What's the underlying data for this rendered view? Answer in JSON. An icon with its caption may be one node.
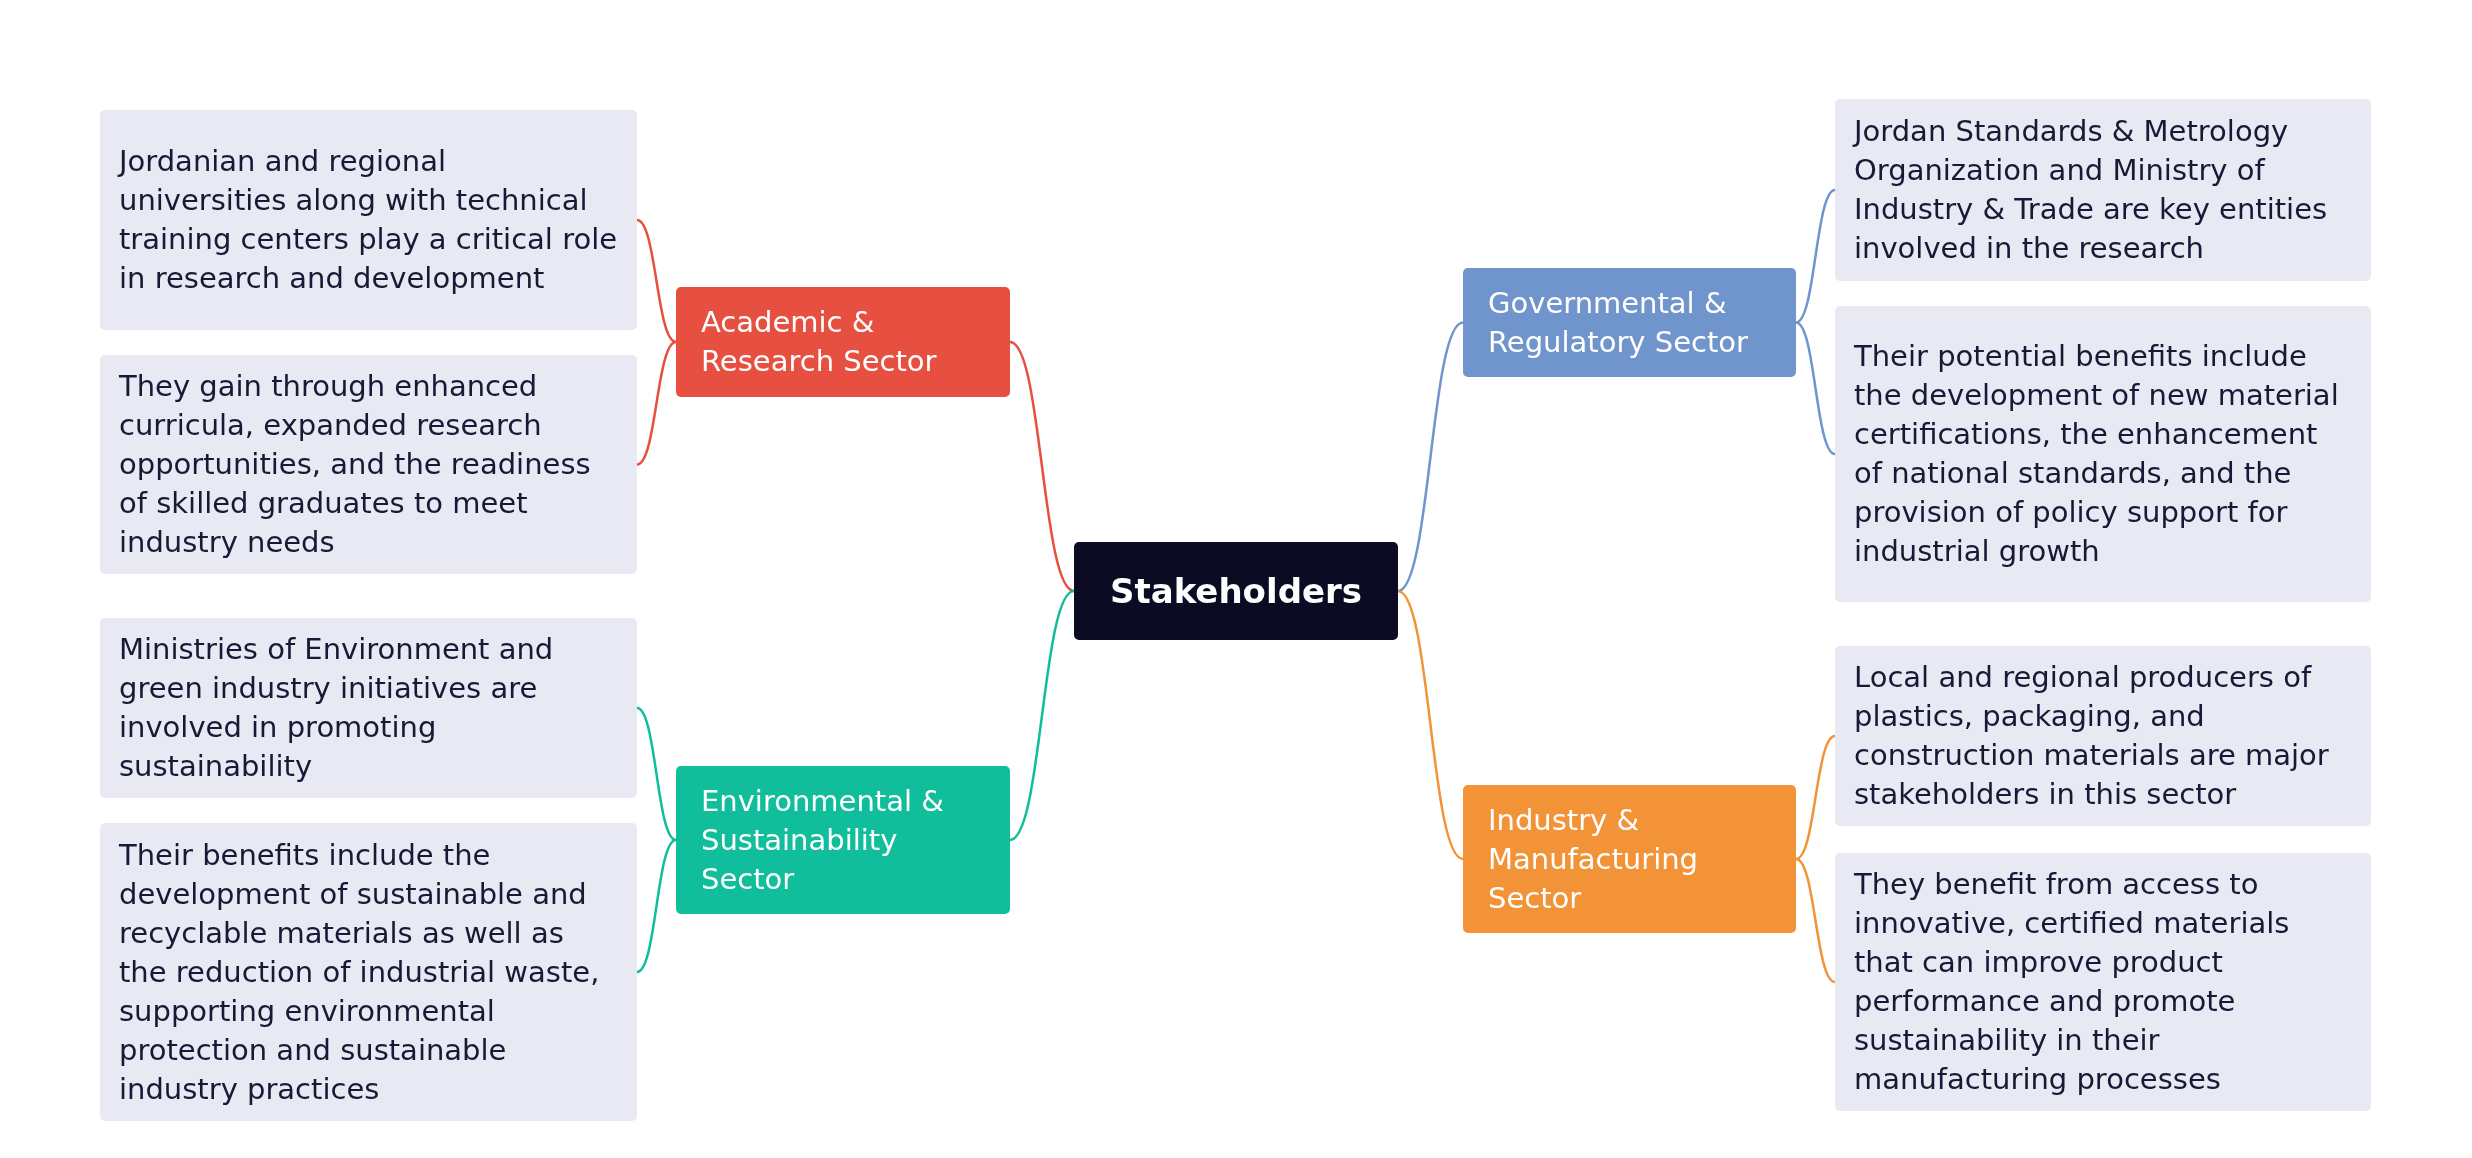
{
  "diagram": {
    "nodes": [
      {
        "text": [
          "Stakeholders"
        ]
      },
      {
        "text": [
          "Academic & Research Sector"
        ]
      },
      {
        "text": [
          "Jordanian and regional universities along with technical training centers play a critical role in research and development"
        ]
      },
      {
        "text": [
          "They gain through enhanced curricula, expanded research opportunities, and the readiness of skilled graduates to meet industry needs"
        ]
      },
      {
        "text": [
          "Environmental & Sustainability Sector"
        ]
      },
      {
        "text": [
          "Ministries of Environment and green industry initiatives are involved in promoting sustainability"
        ]
      },
      {
        "text": [
          "Their benefits include the development of sustainable and recyclable materials as well as the reduction of industrial waste, supporting environmental protection and sustainable industry practices"
        ]
      },
      {
        "text": [
          "Governmental & Regulatory Sector"
        ]
      },
      {
        "text": [
          "Jordan Standards & Metrology Organization and Ministry of Industry & Trade are key entities involved in the research"
        ]
      },
      {
        "text": [
          "Their potential benefits include the development of new material certifications, the enhancement of national standards, and the provision of policy support for industrial growth"
        ]
      },
      {
        "text": [
          "Industry & Manufacturing Sector"
        ]
      },
      {
        "text": [
          "Local and regional producers of plastics, packaging, and construction materials are major stakeholders in this sector"
        ]
      },
      {
        "text": [
          "They benefit from access to innovative, certified materials that can improve product performance and promote sustainability in their manufacturing processes"
        ]
      }
    ],
    "edges": [
      {
        "from": 0,
        "to": 1,
        "arrow": "none",
        "color": "#e75041"
      },
      {
        "from": 1,
        "to": 2,
        "arrow": "none",
        "color": "#e75041"
      },
      {
        "from": 1,
        "to": 3,
        "arrow": "none",
        "color": "#e75041"
      },
      {
        "from": 0,
        "to": 4,
        "arrow": "none",
        "color": "#10be9b"
      },
      {
        "from": 4,
        "to": 5,
        "arrow": "none",
        "color": "#10be9b"
      },
      {
        "from": 4,
        "to": 6,
        "arrow": "none",
        "color": "#10be9b"
      },
      {
        "from": 0,
        "to": 7,
        "arrow": "none",
        "color": "#7094cc"
      },
      {
        "from": 7,
        "to": 8,
        "arrow": "none",
        "color": "#7094cc"
      },
      {
        "from": 7,
        "to": 9,
        "arrow": "none",
        "color": "#7094cc"
      },
      {
        "from": 0,
        "to": 10,
        "arrow": "none",
        "color": "#f29337"
      },
      {
        "from": 10,
        "to": 11,
        "arrow": "none",
        "color": "#f29337"
      },
      {
        "from": 10,
        "to": 12,
        "arrow": "none",
        "color": "#f29337"
      }
    ]
  }
}
